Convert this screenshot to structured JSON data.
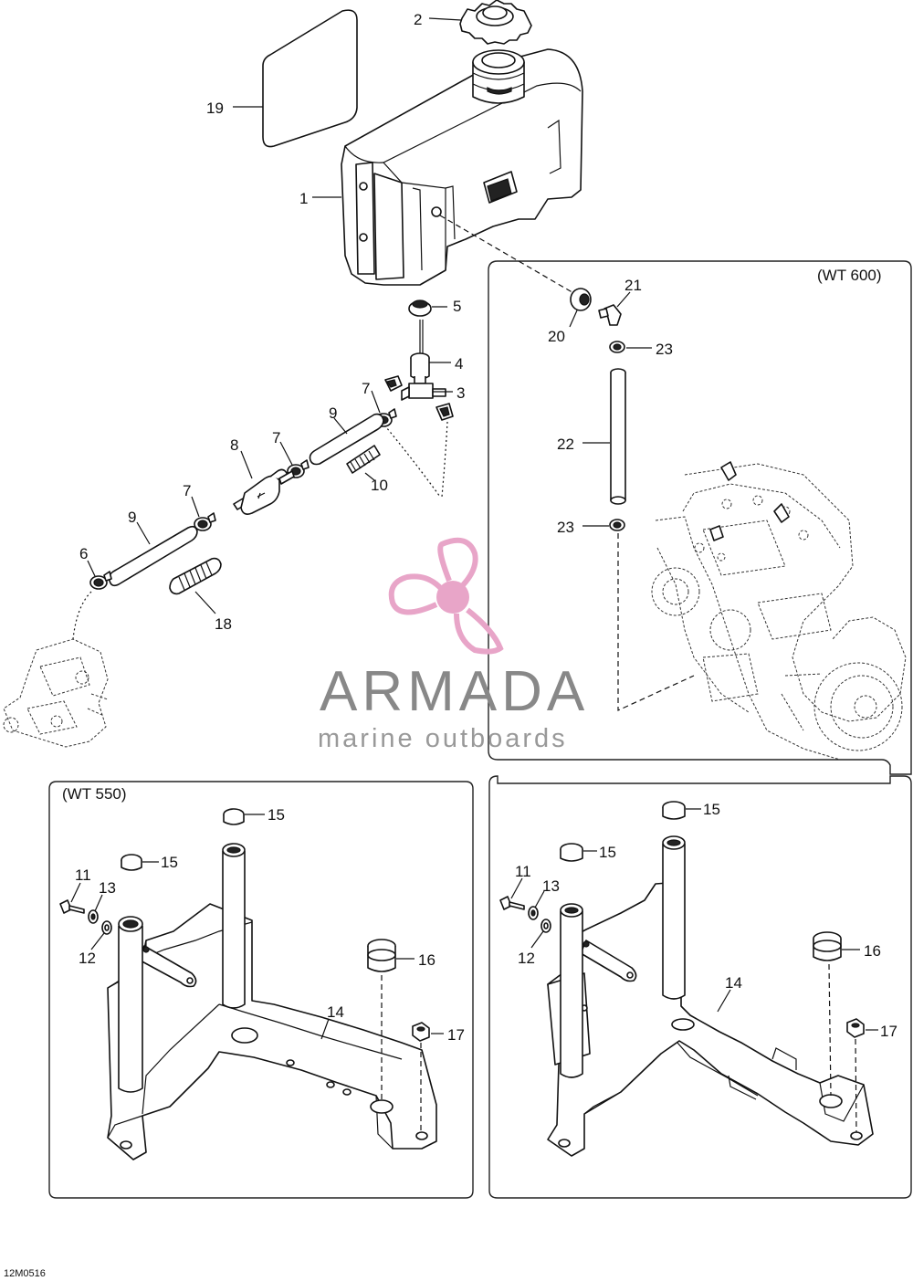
{
  "panels": {
    "upper_right_label": "(WT 600)",
    "lower_left_label": "(WT 550)"
  },
  "callouts": {
    "p1": "1",
    "p2": "2",
    "p3": "3",
    "p4": "4",
    "p5": "5",
    "p6": "6",
    "p7a": "7",
    "p7b": "7",
    "p7c": "7",
    "p8": "8",
    "p9a": "9",
    "p9b": "9",
    "p10": "10",
    "p18": "18",
    "p19": "19",
    "p20": "20",
    "p21": "21",
    "p22": "22",
    "p23a": "23",
    "p23b": "23",
    "l11": "11",
    "l12": "12",
    "l13": "13",
    "l14": "14",
    "l15a": "15",
    "l15b": "15",
    "l16": "16",
    "l17": "17",
    "r11": "11",
    "r12": "12",
    "r13": "13",
    "r14": "14",
    "r15a": "15",
    "r15b": "15",
    "r16": "16",
    "r17": "17"
  },
  "watermark": {
    "brand": "ARMADA",
    "tagline": "marine outboards",
    "colors": {
      "pink": "#e8a5c8",
      "grey": "#888888"
    }
  },
  "figure_code": "12M0516"
}
